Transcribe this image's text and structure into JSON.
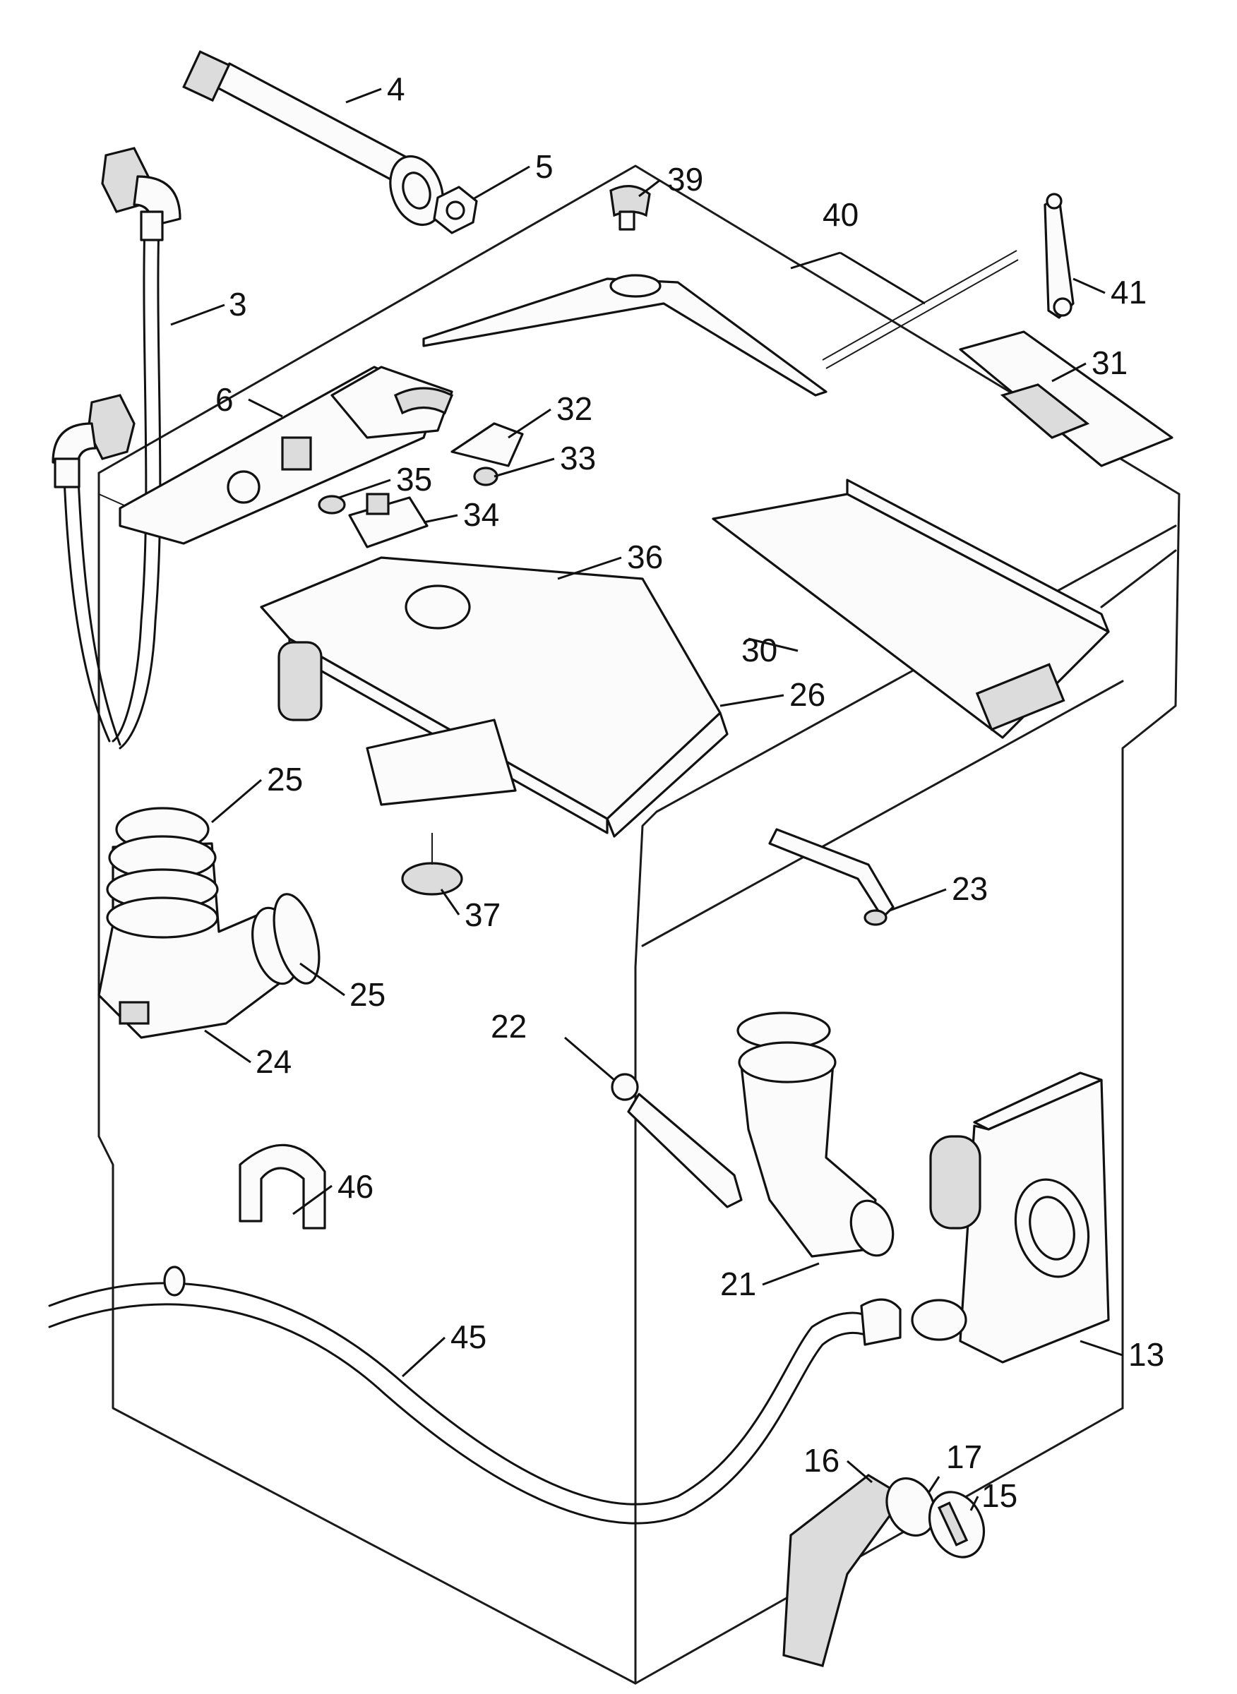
{
  "diagram": {
    "callouts": [
      {
        "id": "c3",
        "text": "3"
      },
      {
        "id": "c4",
        "text": "4"
      },
      {
        "id": "c5",
        "text": "5"
      },
      {
        "id": "c6",
        "text": "6"
      },
      {
        "id": "c13",
        "text": "13"
      },
      {
        "id": "c15",
        "text": "15"
      },
      {
        "id": "c16",
        "text": "16"
      },
      {
        "id": "c17",
        "text": "17"
      },
      {
        "id": "c21",
        "text": "21"
      },
      {
        "id": "c22",
        "text": "22"
      },
      {
        "id": "c23",
        "text": "23"
      },
      {
        "id": "c24",
        "text": "24"
      },
      {
        "id": "c25a",
        "text": "25"
      },
      {
        "id": "c25b",
        "text": "25"
      },
      {
        "id": "c26",
        "text": "26"
      },
      {
        "id": "c30",
        "text": "30"
      },
      {
        "id": "c31",
        "text": "31"
      },
      {
        "id": "c32",
        "text": "32"
      },
      {
        "id": "c33",
        "text": "33"
      },
      {
        "id": "c34",
        "text": "34"
      },
      {
        "id": "c35",
        "text": "35"
      },
      {
        "id": "c36",
        "text": "36"
      },
      {
        "id": "c37",
        "text": "37"
      },
      {
        "id": "c39",
        "text": "39"
      },
      {
        "id": "c40",
        "text": "40"
      },
      {
        "id": "c41",
        "text": "41"
      },
      {
        "id": "c45",
        "text": "45"
      },
      {
        "id": "c46",
        "text": "46"
      }
    ]
  }
}
